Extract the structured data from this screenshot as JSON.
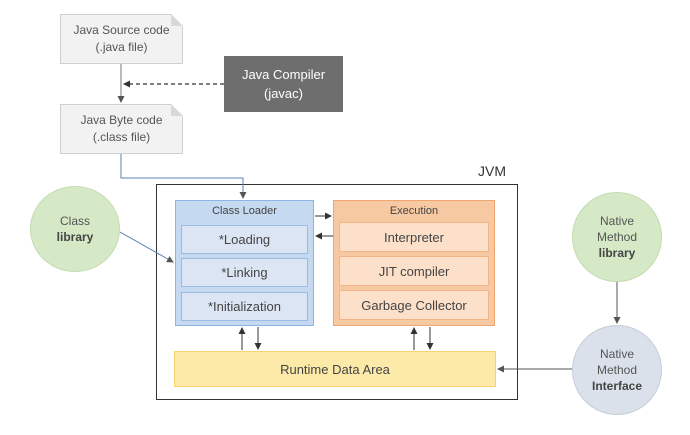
{
  "source": {
    "line1": "Java Source code",
    "line2": "(.java file)"
  },
  "compiler": {
    "line1": "Java Compiler",
    "line2": "(javac)"
  },
  "bytecode": {
    "line1": "Java Byte code",
    "line2": "(.class file)"
  },
  "jvm": {
    "label": "JVM"
  },
  "class_loader": {
    "title": "Class Loader",
    "items": [
      "*Loading",
      "*Linking",
      "*Initialization"
    ]
  },
  "execution": {
    "title": "Execution",
    "items": [
      "Interpreter",
      "JIT compiler",
      "Garbage Collector"
    ]
  },
  "runtime_data_area": {
    "label": "Runtime Data Area"
  },
  "class_library": {
    "line1": "Class",
    "line2": "library"
  },
  "native_library": {
    "line1": "Native",
    "line2": "Method",
    "line3": "library"
  },
  "native_interface": {
    "line1": "Native",
    "line2": "Method",
    "line3": "Interface"
  },
  "colors": {
    "loader": "#c5d9f1",
    "execution": "#f7c9a2",
    "runtime": "#fde9a8",
    "compiler": "#6e6e6e",
    "green_circle": "#d6e9c6",
    "gray_circle": "#dbe1ea"
  }
}
